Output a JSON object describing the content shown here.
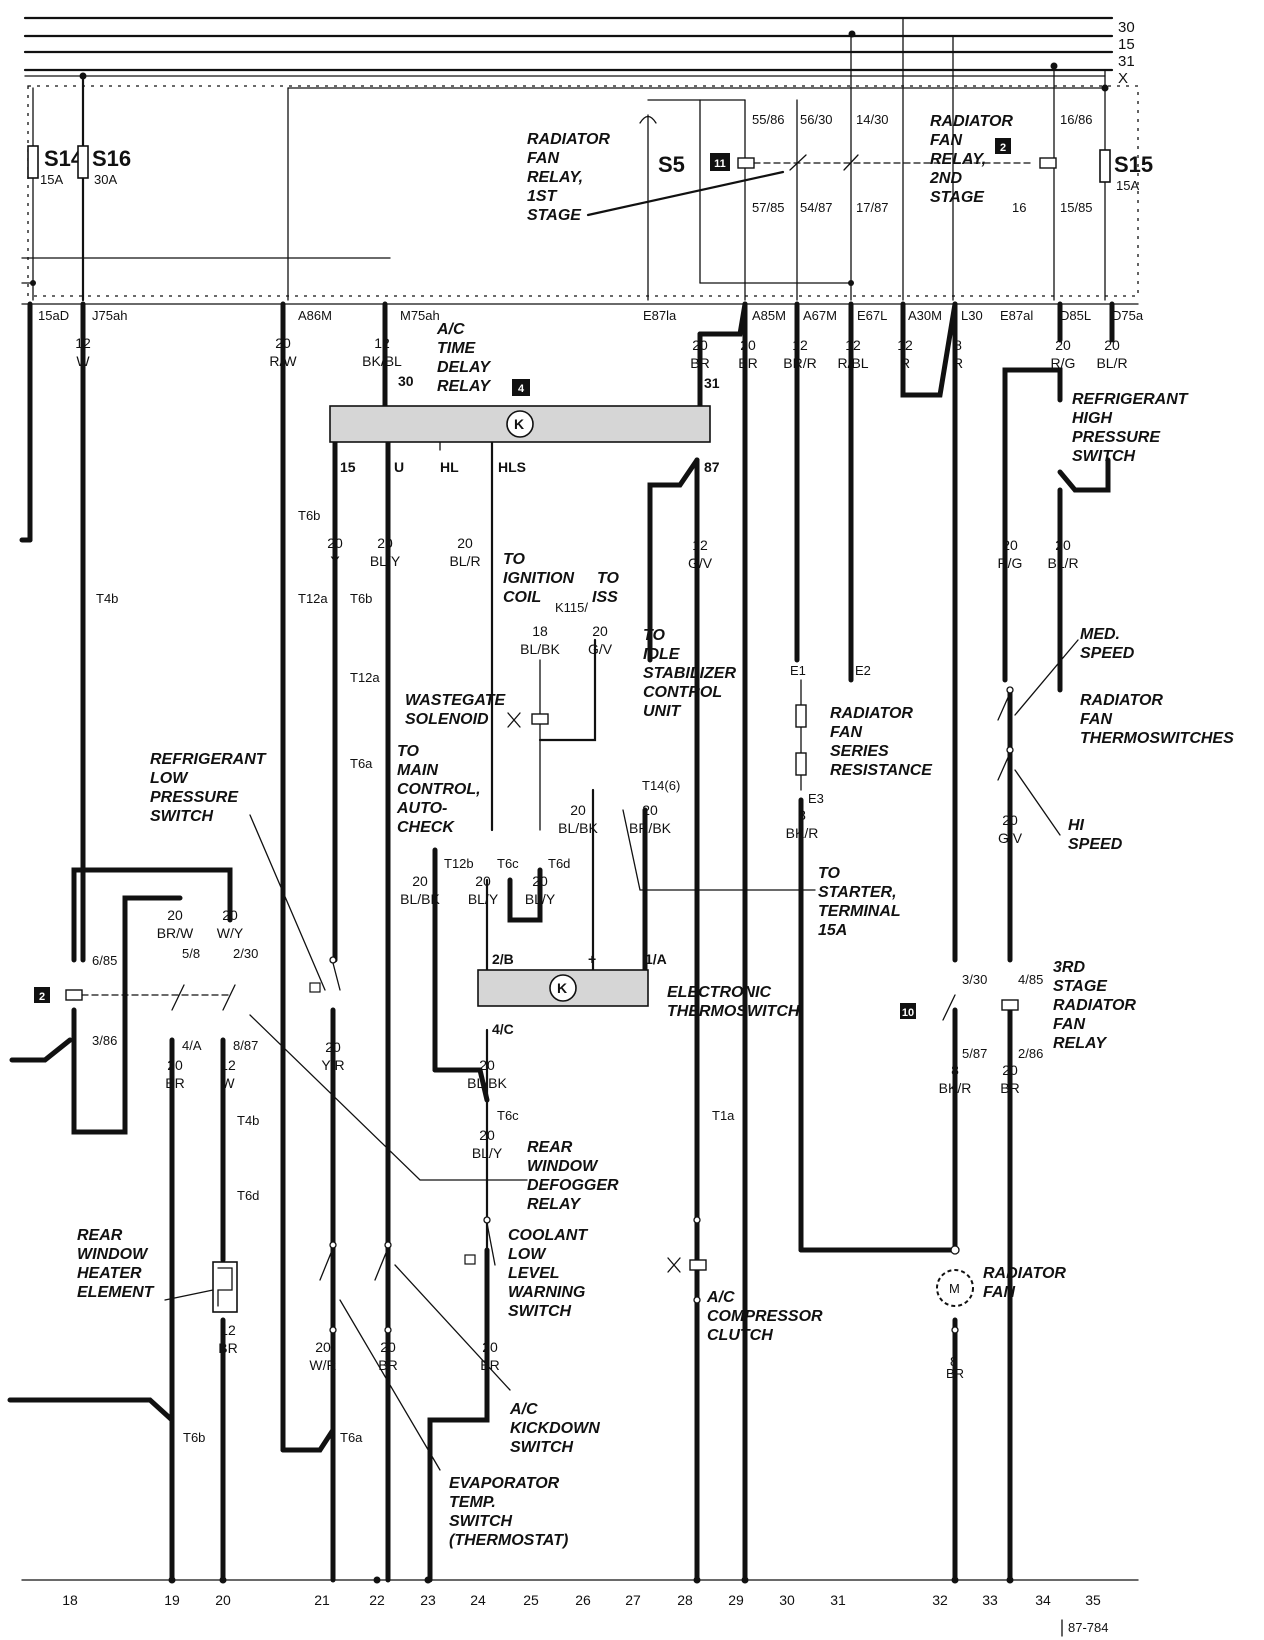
{
  "bus_lines": [
    "30",
    "15",
    "31",
    "X"
  ],
  "fuses": {
    "s14": {
      "name": "S14",
      "rating": "15A"
    },
    "s16": {
      "name": "S16",
      "rating": "30A"
    },
    "s15": {
      "name": "S15",
      "rating": "15A"
    }
  },
  "connector_row": [
    "15aD",
    "J75ah",
    "A86M",
    "M75ah",
    "E87la",
    "A85M",
    "A67M",
    "E67L",
    "A30M",
    "L30",
    "E87al",
    "D85L",
    "D75a"
  ],
  "labels": {
    "relay_1st": [
      "RADIATOR",
      "FAN",
      "RELAY,",
      "1ST",
      "STAGE"
    ],
    "relay_2nd": [
      "RADIATOR",
      "FAN",
      "RELAY,",
      "2ND",
      "STAGE"
    ],
    "s5": "S5",
    "ac_delay": [
      "A/C",
      "TIME",
      "DELAY",
      "RELAY"
    ],
    "hp_switch": [
      "REFRIGERANT",
      "HIGH",
      "PRESSURE",
      "SWITCH"
    ],
    "ignition": [
      "TO",
      "IGNITION",
      "COIL"
    ],
    "iss": [
      "TO",
      "ISS"
    ],
    "idle": [
      "TO",
      "IDLE",
      "STABILIZER",
      "CONTROL",
      "UNIT"
    ],
    "series_res": [
      "RADIATOR",
      "FAN",
      "SERIES",
      "RESISTANCE"
    ],
    "med_speed": [
      "MED.",
      "SPEED"
    ],
    "thermoswitches": [
      "RADIATOR",
      "FAN",
      "THERMOSWITCHES"
    ],
    "hi_speed": [
      "HI",
      "SPEED"
    ],
    "wastegate": [
      "WASTEGATE",
      "SOLENOID"
    ],
    "main_control": [
      "TO",
      "MAIN",
      "CONTROL,",
      "AUTO-",
      "CHECK"
    ],
    "lp_switch": [
      "REFRIGERANT",
      "LOW",
      "PRESSURE",
      "SWITCH"
    ],
    "starter": [
      "TO",
      "STARTER,",
      "TERMINAL",
      "15A"
    ],
    "electronic_ts": [
      "ELECTRONIC",
      "THERMOSWITCH"
    ],
    "relay_3rd": [
      "3RD",
      "STAGE",
      "RADIATOR",
      "FAN",
      "RELAY"
    ],
    "defogger": [
      "REAR",
      "WINDOW",
      "DEFOGGER",
      "RELAY"
    ],
    "heater": [
      "REAR",
      "WINDOW",
      "HEATER",
      "ELEMENT"
    ],
    "coolant": [
      "COOLANT",
      "LOW",
      "LEVEL",
      "WARNING",
      "SWITCH"
    ],
    "compressor": [
      "A/C",
      "COMPRESSOR",
      "CLUTCH"
    ],
    "radiator_fan": [
      "RADIATOR",
      "FAN"
    ],
    "kickdown": [
      "A/C",
      "KICKDOWN",
      "SWITCH"
    ],
    "evaporator": [
      "EVAPORATOR",
      "TEMP.",
      "SWITCH",
      "(THERMOSTAT)"
    ]
  },
  "badges": {
    "b11": "11",
    "b2a": "2",
    "b4": "4",
    "b2b": "2",
    "b10": "10"
  },
  "grid_numbers": [
    "18",
    "19",
    "20",
    "21",
    "22",
    "23",
    "24",
    "25",
    "26",
    "27",
    "28",
    "29",
    "30",
    "31",
    "32",
    "33",
    "34",
    "35"
  ],
  "figure_id": "87-784"
}
